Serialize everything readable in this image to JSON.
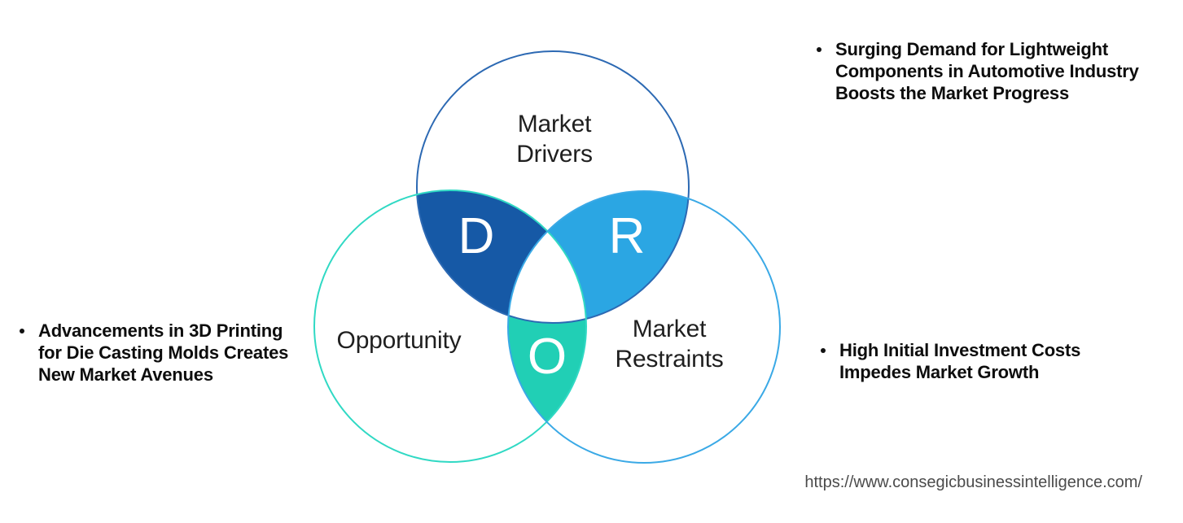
{
  "venn": {
    "circles": {
      "drivers": {
        "label_line1": "Market",
        "label_line2": "Drivers",
        "stroke": "#2C69B3"
      },
      "opportunity": {
        "label": "Opportunity",
        "stroke": "#30D9C4"
      },
      "restraints": {
        "label_line1": "Market",
        "label_line2": "Restraints",
        "stroke": "#3AA9E6"
      }
    },
    "lenses": {
      "drivers": {
        "letter": "D",
        "fill": "#1659A6"
      },
      "restraints": {
        "letter": "R",
        "fill": "#2BA6E3"
      },
      "opportunity": {
        "letter": "O",
        "fill": "#21CFB5"
      }
    },
    "center_fill": "#FFFFFF"
  },
  "bullets": {
    "drivers": {
      "lines": [
        "Surging Demand for Lightweight",
        "Components in Automotive Industry",
        "Boosts the Market Progress"
      ]
    },
    "opportunity": {
      "lines": [
        "Advancements in 3D Printing",
        "for Die Casting Molds Creates",
        "New Market Avenues"
      ]
    },
    "restraints": {
      "lines": [
        "High Initial Investment Costs",
        "Impedes Market Growth"
      ]
    }
  },
  "footer": {
    "url": "https://www.consegicbusinessintelligence.com/"
  }
}
